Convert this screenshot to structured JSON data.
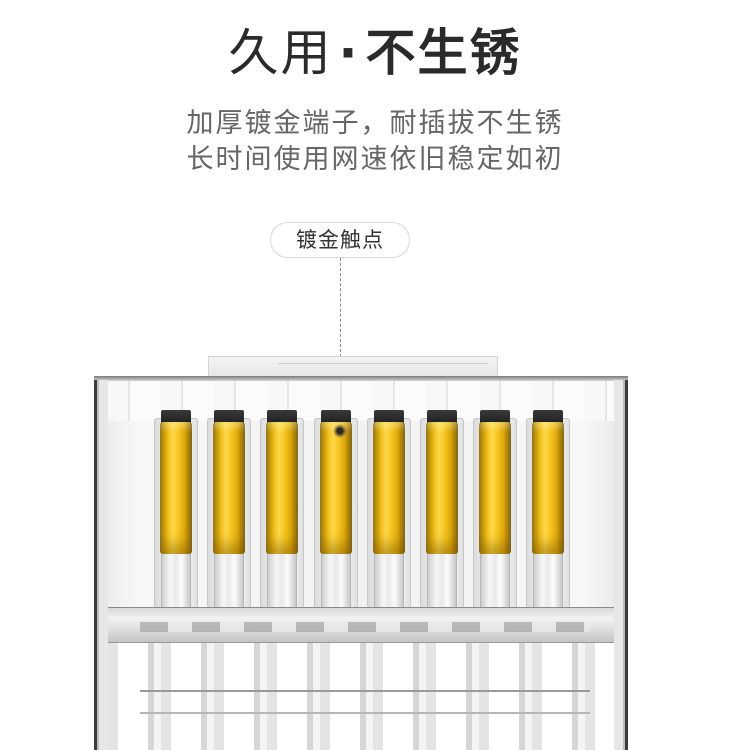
{
  "headline": {
    "light": "久用",
    "dot": "·",
    "bold": "不生锈"
  },
  "subtitle": {
    "line1": "加厚镀金端子，耐插拔不生锈",
    "line2": "长时间使用网速依旧稳定如初"
  },
  "callout": {
    "label": "镀金触点"
  },
  "connector": {
    "pin_count": 8,
    "pin_color": "#f4c21a",
    "body_color": "#f2f2f2"
  }
}
